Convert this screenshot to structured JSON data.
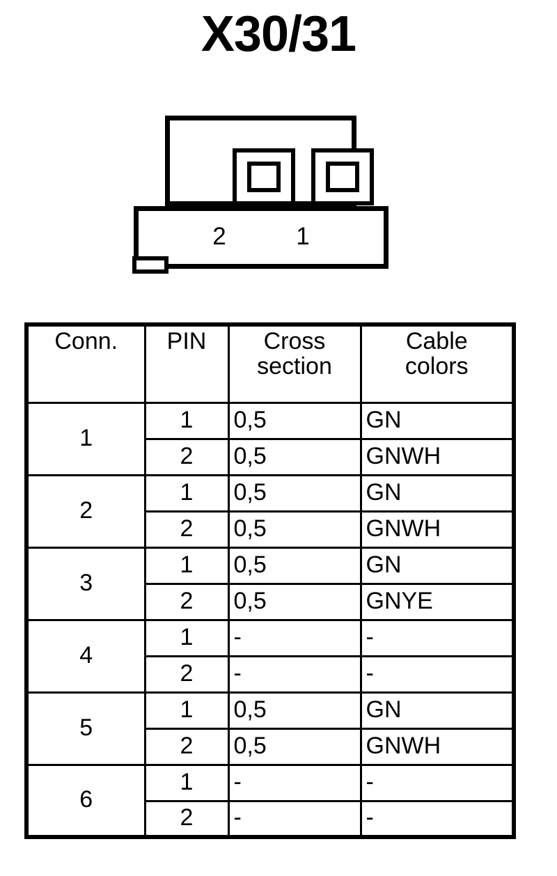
{
  "title": "X30/31",
  "connector": {
    "pin_labels": [
      "2",
      "1"
    ],
    "socket_count": 2
  },
  "table": {
    "headers": {
      "conn": "Conn.",
      "pin": "PIN",
      "cross_section_line1": "Cross",
      "cross_section_line2": "section",
      "cable_colors_line1": "Cable",
      "cable_colors_line2": "colors"
    },
    "groups": [
      {
        "conn": "1",
        "rows": [
          {
            "pin": "1",
            "cross_section": "0,5",
            "cable_color": "GN"
          },
          {
            "pin": "2",
            "cross_section": "0,5",
            "cable_color": "GNWH"
          }
        ]
      },
      {
        "conn": "2",
        "rows": [
          {
            "pin": "1",
            "cross_section": "0,5",
            "cable_color": "GN"
          },
          {
            "pin": "2",
            "cross_section": "0,5",
            "cable_color": "GNWH"
          }
        ]
      },
      {
        "conn": "3",
        "rows": [
          {
            "pin": "1",
            "cross_section": "0,5",
            "cable_color": "GN"
          },
          {
            "pin": "2",
            "cross_section": "0,5",
            "cable_color": "GNYE"
          }
        ]
      },
      {
        "conn": "4",
        "rows": [
          {
            "pin": "1",
            "cross_section": "-",
            "cable_color": "-"
          },
          {
            "pin": "2",
            "cross_section": "-",
            "cable_color": "-"
          }
        ]
      },
      {
        "conn": "5",
        "rows": [
          {
            "pin": "1",
            "cross_section": "0,5",
            "cable_color": "GN"
          },
          {
            "pin": "2",
            "cross_section": "0,5",
            "cable_color": "GNWH"
          }
        ]
      },
      {
        "conn": "6",
        "rows": [
          {
            "pin": "1",
            "cross_section": "-",
            "cable_color": "-"
          },
          {
            "pin": "2",
            "cross_section": "-",
            "cable_color": "-"
          }
        ]
      }
    ]
  },
  "colors": {
    "line": "#000000",
    "background": "#ffffff"
  }
}
